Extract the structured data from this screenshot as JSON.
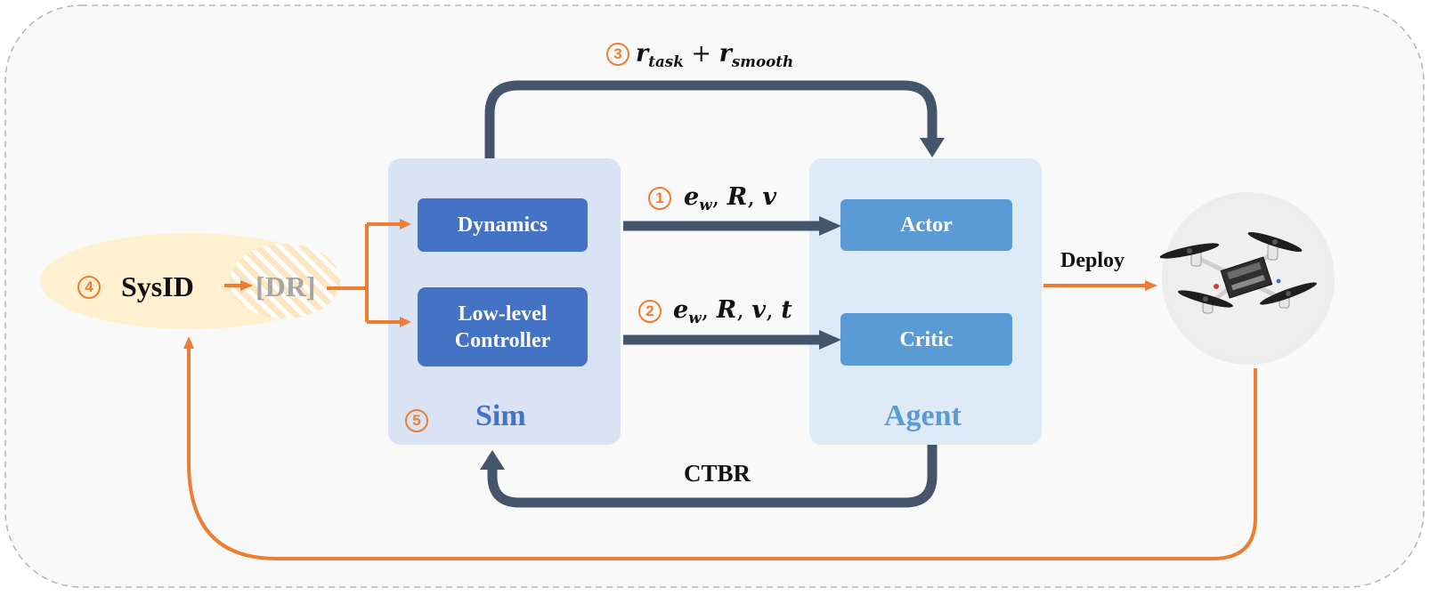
{
  "colors": {
    "orange": "#ED7D31",
    "navy": "#44546A",
    "sim_panel": "#DAE3F3",
    "agent_panel": "#DEEBF7",
    "dark_box": "#4472C4",
    "light_box": "#5B9BD5",
    "sysid_ellipse": "#FFF1D0"
  },
  "sim": {
    "title": "Sim",
    "step": "5",
    "dynamics_label": "Dynamics",
    "controller_label": "Low-level Controller"
  },
  "agent": {
    "title": "Agent",
    "actor_label": "Actor",
    "critic_label": "Critic"
  },
  "flows": {
    "actor_input": {
      "step": "1",
      "symbols": [
        "e",
        "w",
        "R",
        "v"
      ]
    },
    "critic_input": {
      "step": "2",
      "symbols": [
        "e",
        "w",
        "R",
        "v",
        "t"
      ]
    },
    "reward": {
      "step": "3",
      "terms": [
        "r",
        "task",
        "r",
        "smooth"
      ]
    },
    "action_label": "CTBR",
    "deploy_label": "Deploy"
  },
  "sysid": {
    "step": "4",
    "label": "SysID",
    "dr_label": "[DR]"
  },
  "icons": {
    "drone": "quadrotor-drone-icon"
  }
}
